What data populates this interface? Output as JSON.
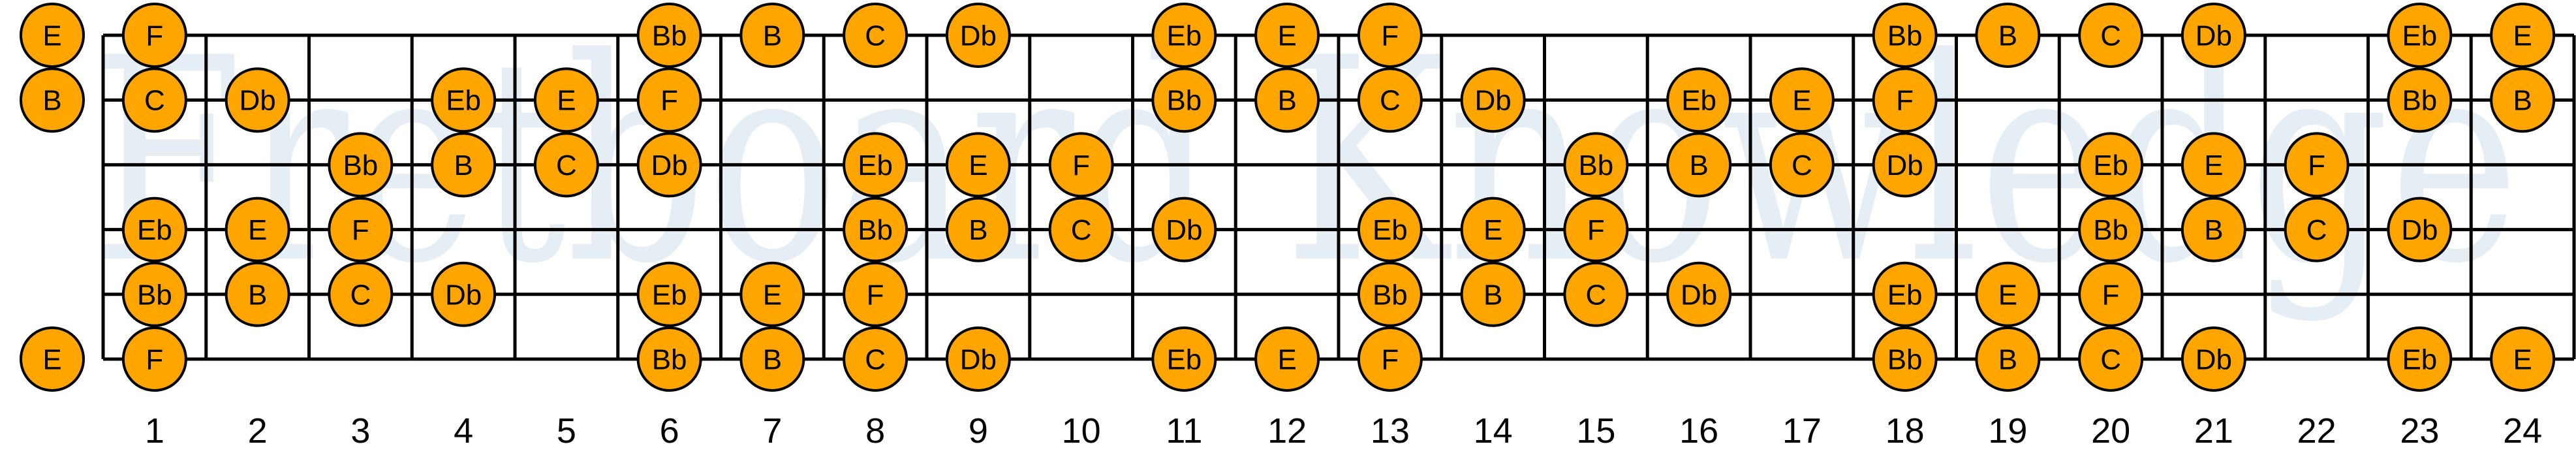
{
  "watermark": "Fretboard Knowledge",
  "colors": {
    "note_fill": "#FFA500",
    "line": "#000000",
    "watermark": "#e6eef5"
  },
  "fret_count": 24,
  "fret_numbers": [
    "1",
    "2",
    "3",
    "4",
    "5",
    "6",
    "7",
    "8",
    "9",
    "10",
    "11",
    "12",
    "13",
    "14",
    "15",
    "16",
    "17",
    "18",
    "19",
    "20",
    "21",
    "22",
    "23",
    "24"
  ],
  "strings": [
    {
      "name": "high-e",
      "notes": [
        [
          0,
          "E"
        ],
        [
          1,
          "F"
        ],
        [
          6,
          "Bb"
        ],
        [
          7,
          "B"
        ],
        [
          8,
          "C"
        ],
        [
          9,
          "Db"
        ],
        [
          11,
          "Eb"
        ],
        [
          12,
          "E"
        ],
        [
          13,
          "F"
        ],
        [
          18,
          "Bb"
        ],
        [
          19,
          "B"
        ],
        [
          20,
          "C"
        ],
        [
          21,
          "Db"
        ],
        [
          23,
          "Eb"
        ],
        [
          24,
          "E"
        ]
      ]
    },
    {
      "name": "b",
      "notes": [
        [
          0,
          "B"
        ],
        [
          1,
          "C"
        ],
        [
          2,
          "Db"
        ],
        [
          4,
          "Eb"
        ],
        [
          5,
          "E"
        ],
        [
          6,
          "F"
        ],
        [
          11,
          "Bb"
        ],
        [
          12,
          "B"
        ],
        [
          13,
          "C"
        ],
        [
          14,
          "Db"
        ],
        [
          16,
          "Eb"
        ],
        [
          17,
          "E"
        ],
        [
          18,
          "F"
        ],
        [
          23,
          "Bb"
        ],
        [
          24,
          "B"
        ]
      ]
    },
    {
      "name": "g",
      "notes": [
        [
          3,
          "Bb"
        ],
        [
          4,
          "B"
        ],
        [
          5,
          "C"
        ],
        [
          6,
          "Db"
        ],
        [
          8,
          "Eb"
        ],
        [
          9,
          "E"
        ],
        [
          10,
          "F"
        ],
        [
          15,
          "Bb"
        ],
        [
          16,
          "B"
        ],
        [
          17,
          "C"
        ],
        [
          18,
          "Db"
        ],
        [
          20,
          "Eb"
        ],
        [
          21,
          "E"
        ],
        [
          22,
          "F"
        ]
      ]
    },
    {
      "name": "d",
      "notes": [
        [
          1,
          "Eb"
        ],
        [
          2,
          "E"
        ],
        [
          3,
          "F"
        ],
        [
          8,
          "Bb"
        ],
        [
          9,
          "B"
        ],
        [
          10,
          "C"
        ],
        [
          11,
          "Db"
        ],
        [
          13,
          "Eb"
        ],
        [
          14,
          "E"
        ],
        [
          15,
          "F"
        ],
        [
          20,
          "Bb"
        ],
        [
          21,
          "B"
        ],
        [
          22,
          "C"
        ],
        [
          23,
          "Db"
        ]
      ]
    },
    {
      "name": "a",
      "notes": [
        [
          1,
          "Bb"
        ],
        [
          2,
          "B"
        ],
        [
          3,
          "C"
        ],
        [
          4,
          "Db"
        ],
        [
          6,
          "Eb"
        ],
        [
          7,
          "E"
        ],
        [
          8,
          "F"
        ],
        [
          13,
          "Bb"
        ],
        [
          14,
          "B"
        ],
        [
          15,
          "C"
        ],
        [
          16,
          "Db"
        ],
        [
          18,
          "Eb"
        ],
        [
          19,
          "E"
        ],
        [
          20,
          "F"
        ]
      ]
    },
    {
      "name": "low-e",
      "notes": [
        [
          0,
          "E"
        ],
        [
          1,
          "F"
        ],
        [
          6,
          "Bb"
        ],
        [
          7,
          "B"
        ],
        [
          8,
          "C"
        ],
        [
          9,
          "Db"
        ],
        [
          11,
          "Eb"
        ],
        [
          12,
          "E"
        ],
        [
          13,
          "F"
        ],
        [
          18,
          "Bb"
        ],
        [
          19,
          "B"
        ],
        [
          20,
          "C"
        ],
        [
          21,
          "Db"
        ],
        [
          23,
          "Eb"
        ],
        [
          24,
          "E"
        ]
      ]
    }
  ]
}
